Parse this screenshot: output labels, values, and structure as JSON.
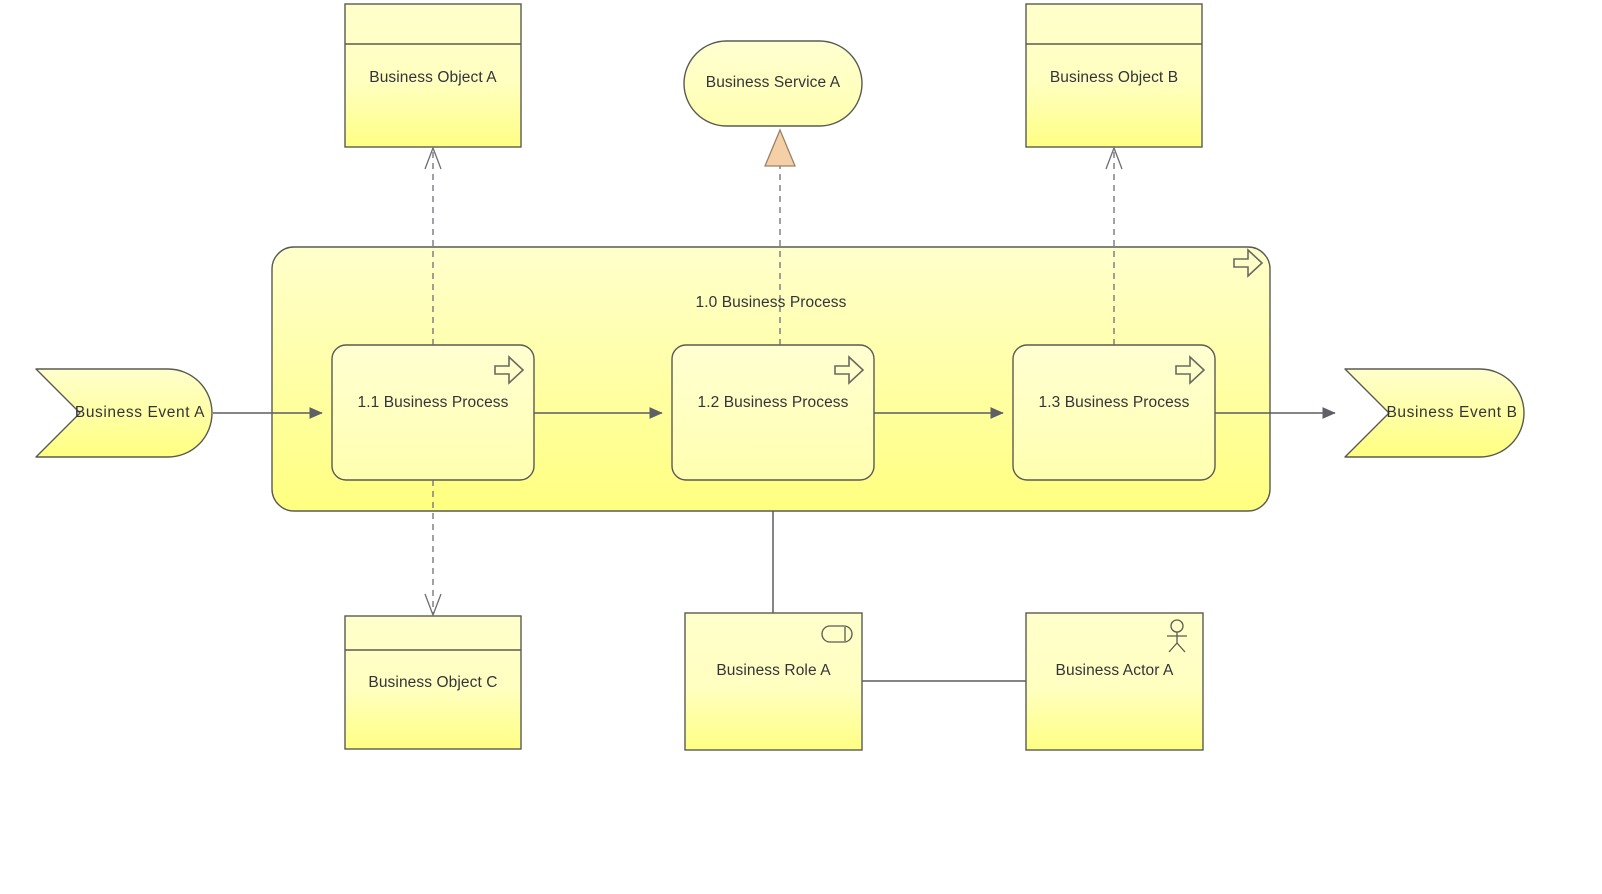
{
  "diagram": {
    "type": "archimate-business-process-view",
    "palette": {
      "fill_light": "#ffffcc",
      "fill_dark": "#ffff80",
      "stroke": "#5a5a52",
      "line": "#5b5b63",
      "arrow_fill": "#5f6066",
      "realize_triangle": "#f5cfa6",
      "realize_triangle_stroke": "#9a8268",
      "text": "#33343a"
    }
  },
  "container": {
    "name": "1.0 Business Process",
    "icon": "process-arrow-icon"
  },
  "processes": [
    {
      "name": "1.1 Business Process",
      "icon": "process-arrow-icon"
    },
    {
      "name": "1.2 Business Process",
      "icon": "process-arrow-icon"
    },
    {
      "name": "1.3 Business Process",
      "icon": "process-arrow-icon"
    }
  ],
  "events": [
    {
      "name": "Business Event  A"
    },
    {
      "name": "Business Event  B"
    }
  ],
  "objects": [
    {
      "name": "Business Object A"
    },
    {
      "name": "Business Object B"
    },
    {
      "name": "Business Object C"
    }
  ],
  "service": {
    "name": "Business Service A"
  },
  "role": {
    "name": "Business Role A",
    "icon": "role-cylinder-icon"
  },
  "actor": {
    "name": "Business Actor A",
    "icon": "actor-stickman-icon"
  },
  "relationships": [
    {
      "kind": "triggering",
      "from": "Business Event  A",
      "to": "1.1 Business Process"
    },
    {
      "kind": "triggering",
      "from": "1.1 Business Process",
      "to": "1.2 Business Process"
    },
    {
      "kind": "triggering",
      "from": "1.2 Business Process",
      "to": "1.3 Business Process"
    },
    {
      "kind": "triggering",
      "from": "1.3 Business Process",
      "to": "Business Event  B"
    },
    {
      "kind": "access",
      "from": "1.1 Business Process",
      "to": "Business Object A"
    },
    {
      "kind": "access",
      "from": "1.1 Business Process",
      "to": "Business Object C"
    },
    {
      "kind": "access",
      "from": "1.3 Business Process",
      "to": "Business Object B"
    },
    {
      "kind": "realization",
      "from": "1.2 Business Process",
      "to": "Business Service A"
    },
    {
      "kind": "assignment",
      "from": "Business Role A",
      "to": "1.0 Business Process"
    },
    {
      "kind": "assignment",
      "from": "Business Actor A",
      "to": "Business Role A"
    }
  ]
}
